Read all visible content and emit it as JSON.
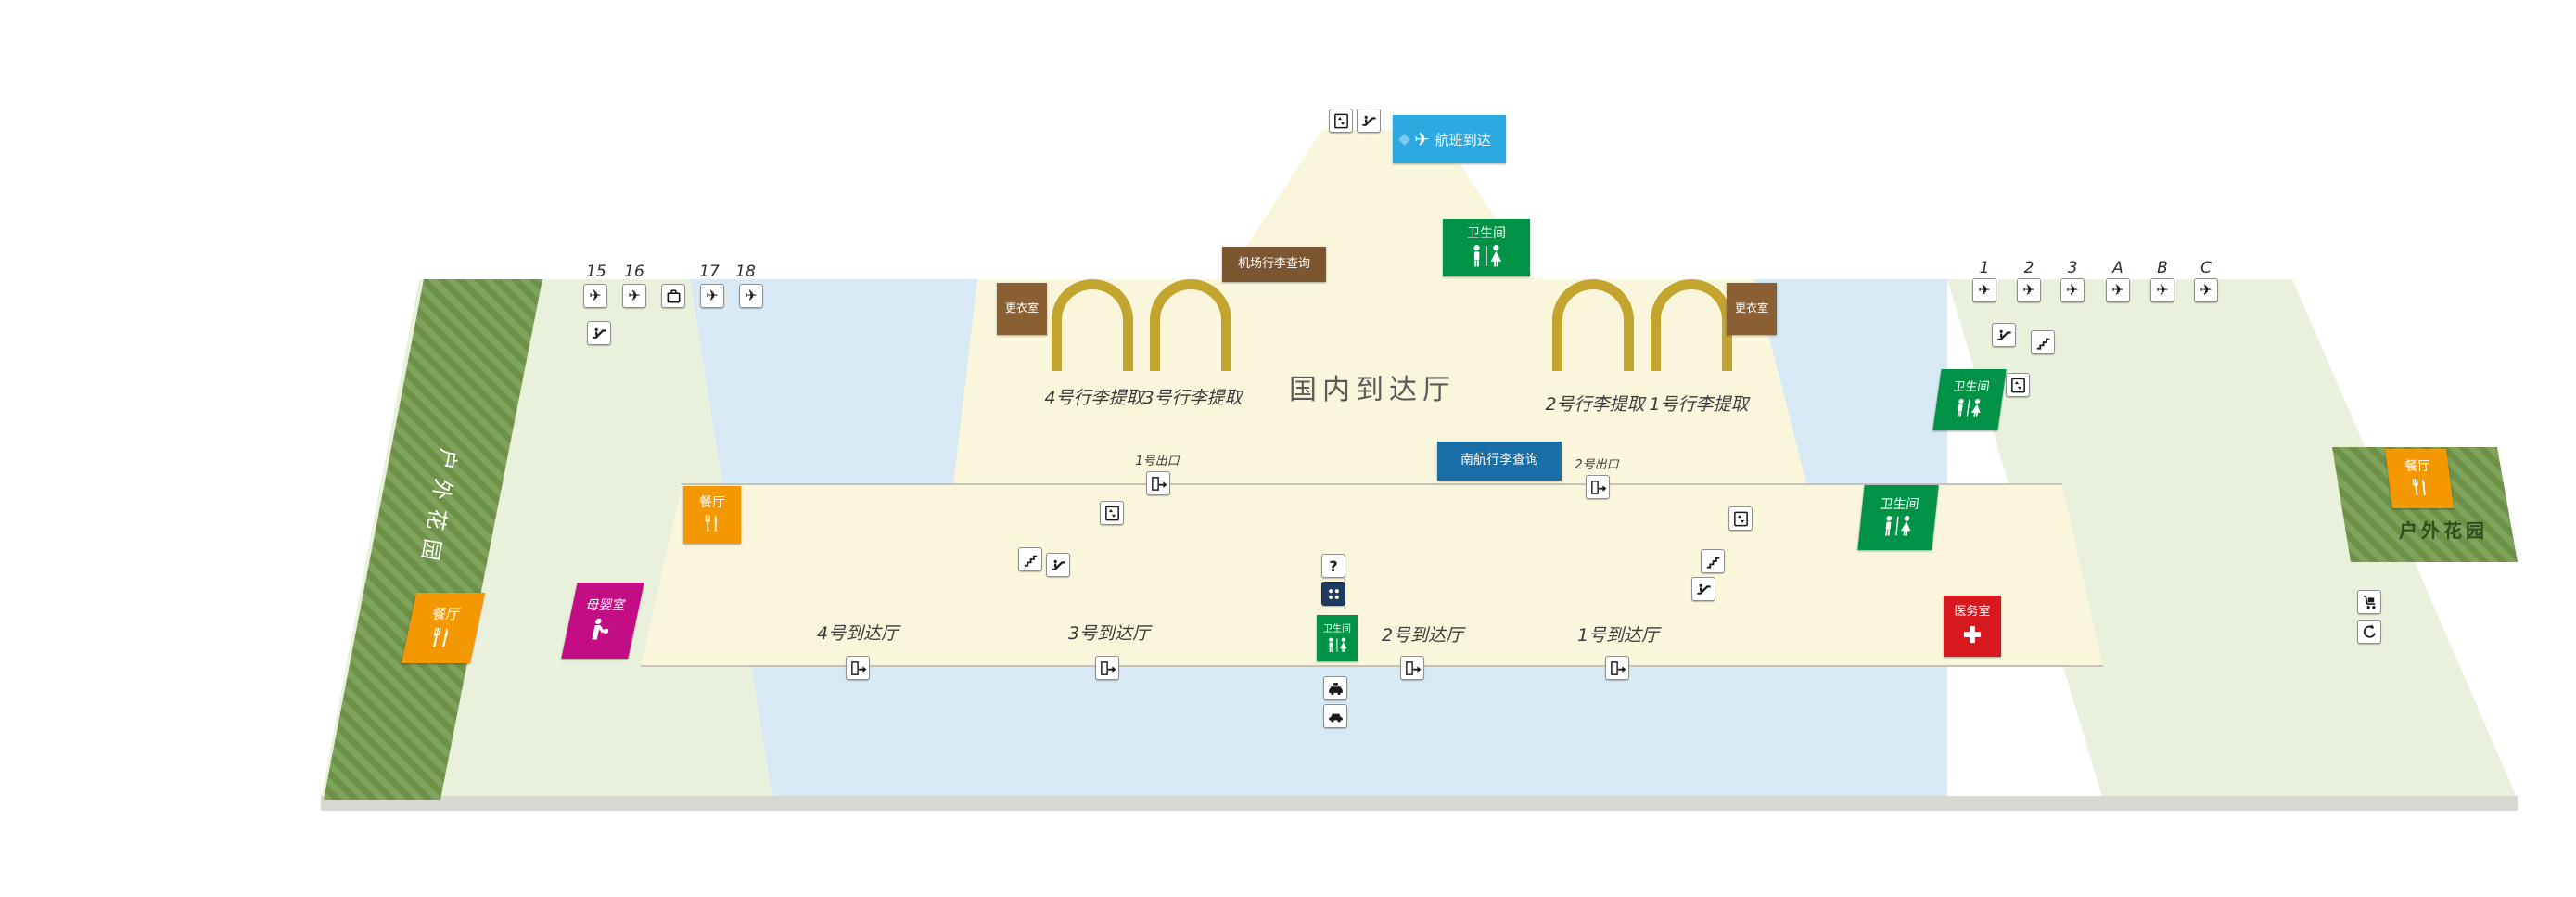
{
  "map": {
    "flight_arrival_banner": "航班到达",
    "hall_title": "国内到达厅"
  },
  "baggage": {
    "claim_labels": [
      "4号行李提取",
      "3号行李提取",
      "2号行李提取",
      "1号行李提取"
    ],
    "airport_inquiry": "机场行李查询",
    "china_southern_inquiry": "南航行李查询"
  },
  "exits": [
    "1号出口",
    "2号出口"
  ],
  "arrival_halls": [
    "4号到达厅",
    "3号到达厅",
    "2号到达厅",
    "1号到达厅"
  ],
  "facilities": {
    "restroom": "卫生间",
    "restaurant": "餐厅",
    "changing_room": "更衣室",
    "mother_baby_room": "母婴室",
    "medical_room": "医务室",
    "outdoor_garden": "户外花园",
    "information_mark": "?"
  },
  "gates": {
    "left": [
      "15",
      "16",
      "17",
      "18"
    ],
    "right": [
      "1",
      "2",
      "3",
      "A",
      "B",
      "C"
    ]
  },
  "colors": {
    "hall_yellow": "#FAF6DC",
    "water_blue": "#D7E9F4",
    "land_green": "#E9F1DD",
    "garden_green": "#7FA35A",
    "carousel_gold": "#C2A42F",
    "restroom_green": "#009247",
    "restaurant_orange": "#F39800",
    "mother_baby_magenta": "#C30D85",
    "medical_red": "#D7191F",
    "banner_blue": "#2BA9E0",
    "inquiry_brown": "#7C5531",
    "changing_brown": "#8A5F33",
    "cs_inquiry_blue": "#1B6FA9"
  }
}
